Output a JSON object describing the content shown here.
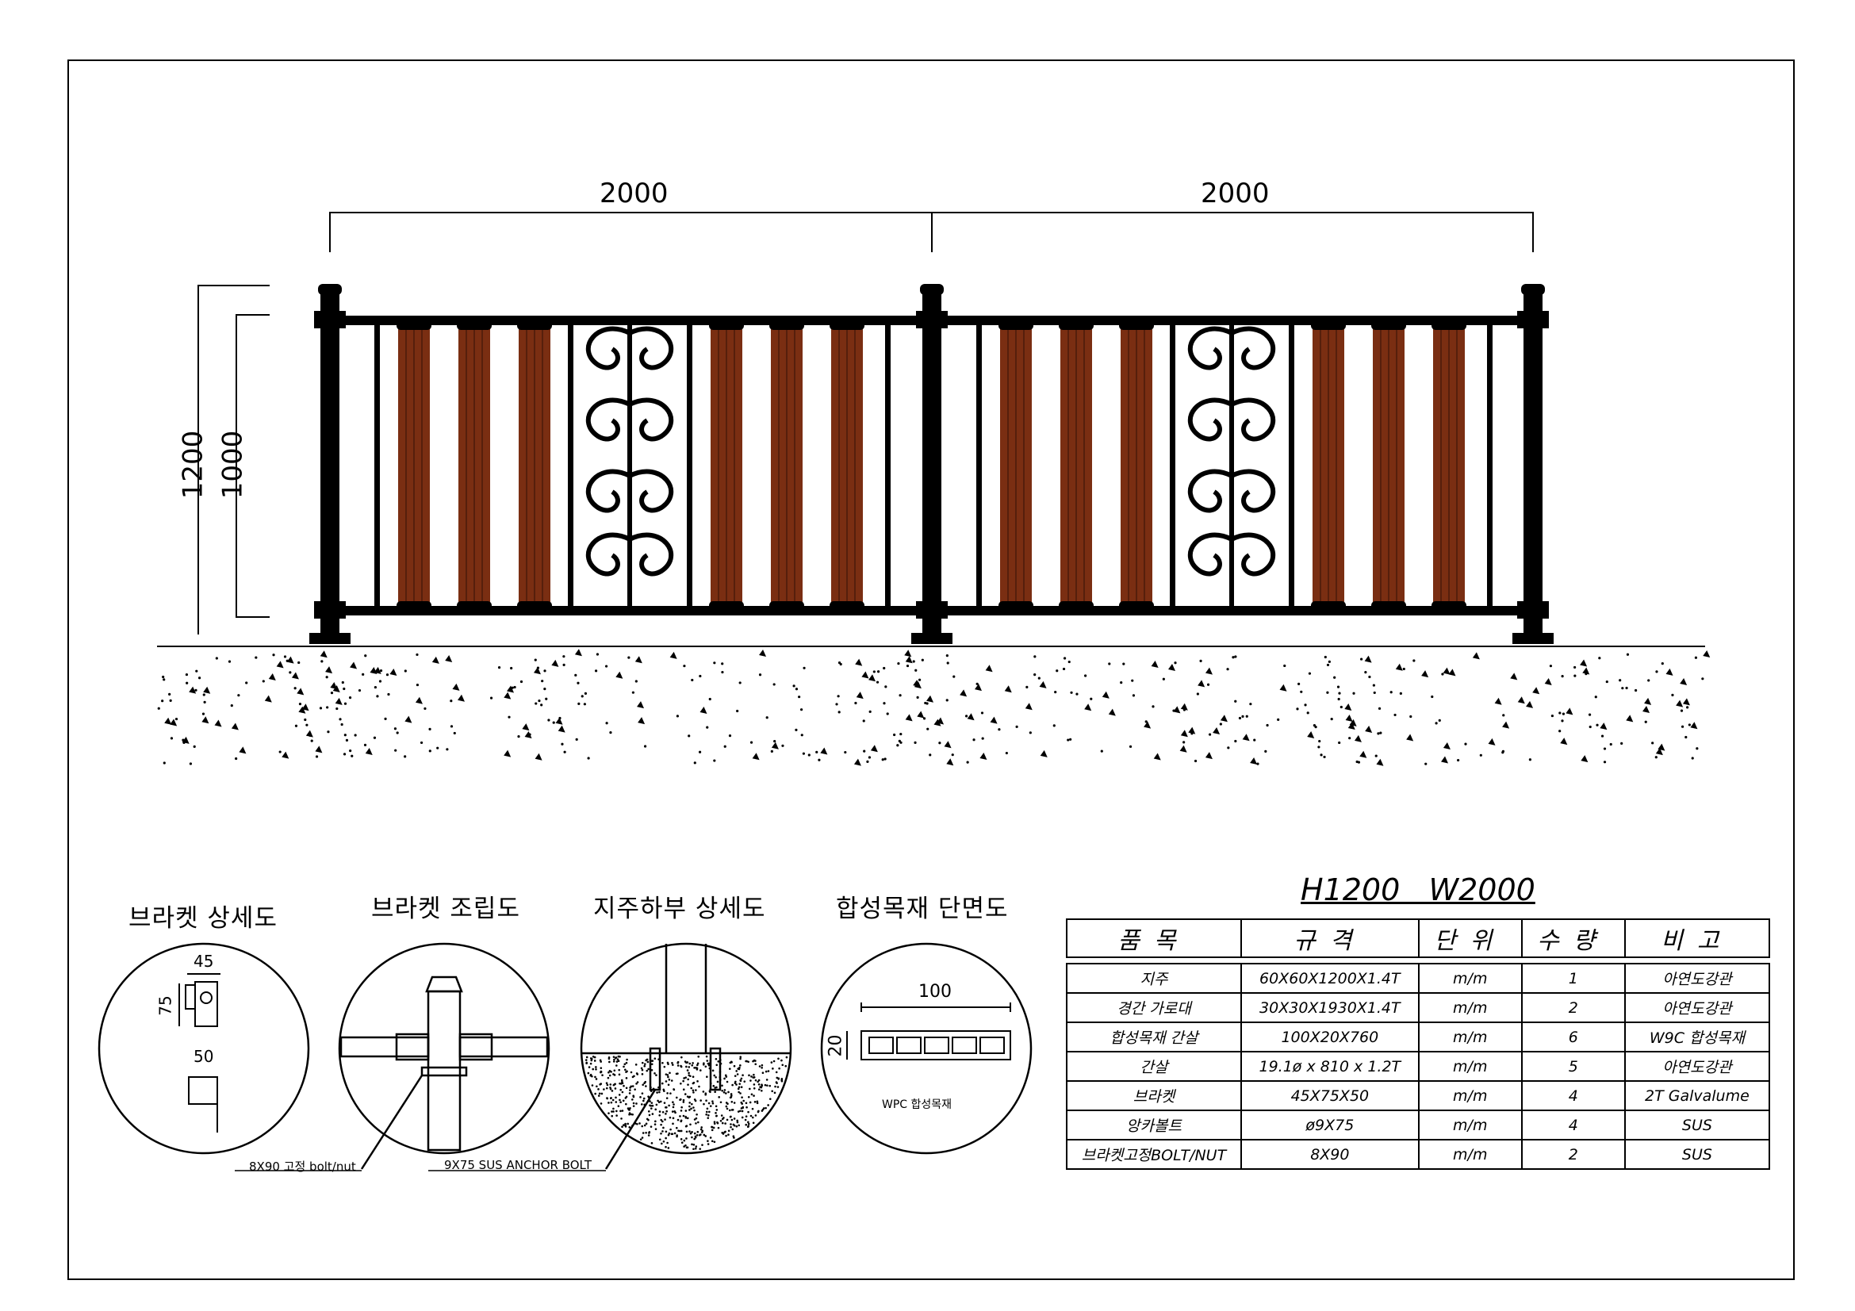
{
  "elevation": {
    "span_left": "2000",
    "span_right": "2000",
    "height_total": "1200",
    "height_infill": "1000"
  },
  "details": [
    {
      "title": "브라켓 상세도"
    },
    {
      "title": "브라켓 조립도"
    },
    {
      "title": "지주하부 상세도"
    },
    {
      "title": "합성목재 단면도"
    }
  ],
  "bracket_detail": {
    "dim_top": "45",
    "dim_side": "75",
    "dim_bottom": "50"
  },
  "assembly_note": "8X90 고정 bolt/nut",
  "base_note": "9X75 SUS ANCHOR BOLT",
  "wpc_section": {
    "dim_width": "100",
    "dim_height": "20",
    "label": "WPC 합성목재"
  },
  "colors": {
    "wood": "#7a2e12",
    "wood_dark": "#4a1a0a",
    "steel": "#000000"
  },
  "spec": {
    "title": "H1200   W2000",
    "headers": [
      "품목",
      "규격",
      "단위",
      "수량",
      "비고"
    ],
    "rows": [
      [
        "지주",
        "60X60X1200X1.4T",
        "m/m",
        "1",
        "아연도강관"
      ],
      [
        "경간 가로대",
        "30X30X1930X1.4T",
        "m/m",
        "2",
        "아연도강관"
      ],
      [
        "합성목재 간살",
        "100X20X760",
        "m/m",
        "6",
        "W9C 합성목재"
      ],
      [
        "간살",
        "19.1ø x 810 x 1.2T",
        "m/m",
        "5",
        "아연도강관"
      ],
      [
        "브라켓",
        "45X75X50",
        "m/m",
        "4",
        "2T Galvalume"
      ],
      [
        "앙카볼트",
        "ø9X75",
        "m/m",
        "4",
        "SUS"
      ],
      [
        "브라켓고정BOLT/NUT",
        "8X90",
        "m/m",
        "2",
        "SUS"
      ]
    ]
  }
}
